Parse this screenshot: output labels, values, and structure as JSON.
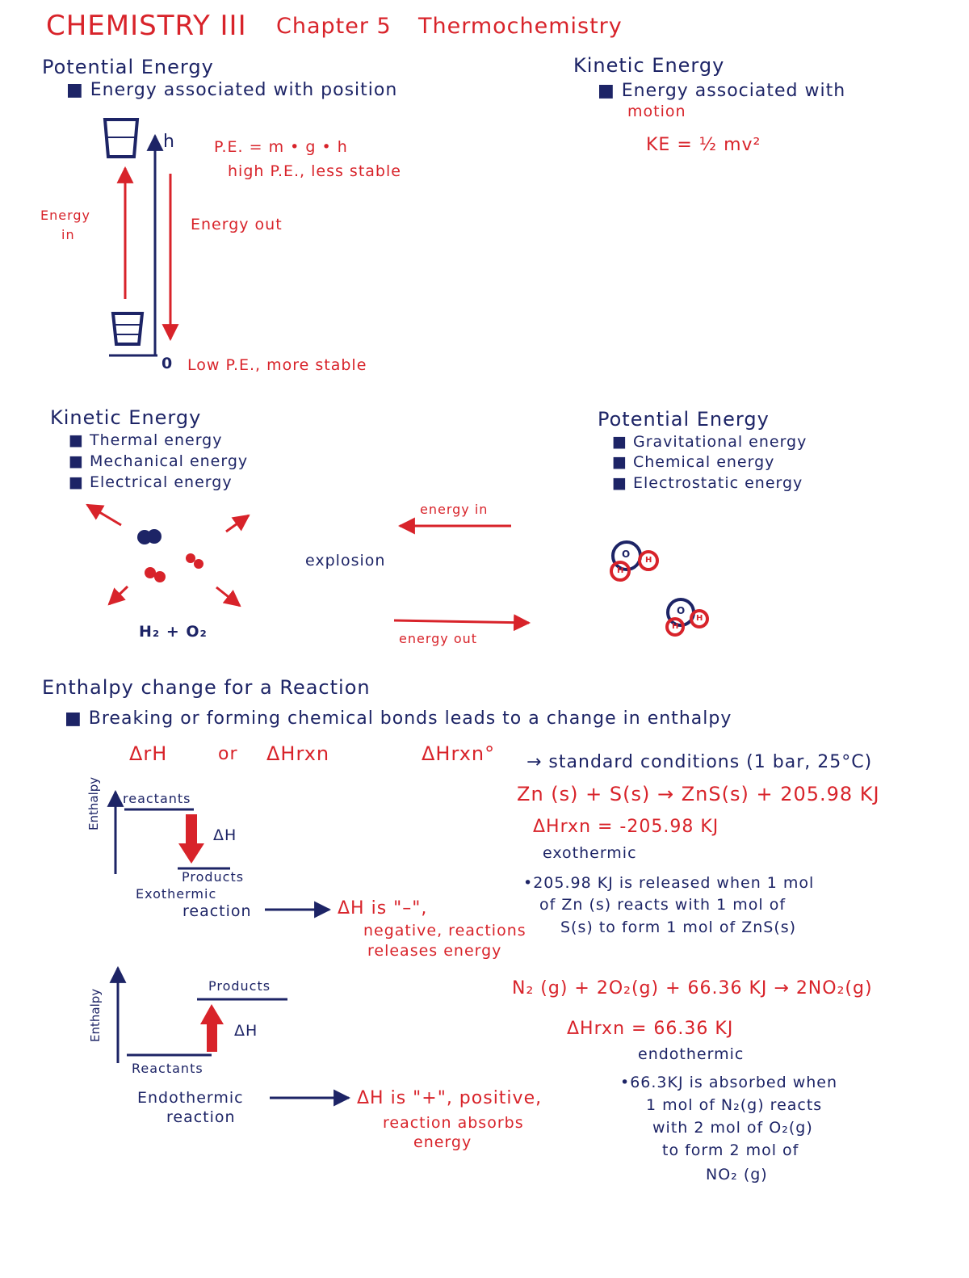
{
  "header": {
    "course": "CHEMISTRY III",
    "chapter": "Chapter 5",
    "topic": "Thermochemistry"
  },
  "potential_energy": {
    "title": "Potential Energy",
    "bullet": "Energy associated with position",
    "formula": "P.E. = m • g • h",
    "high_note": "high P.E., less stable",
    "energy_in": [
      "Energy",
      "in"
    ],
    "energy_out": "Energy out",
    "h_label": "h",
    "zero_label": "0",
    "low_note": "Low P.E., more stable"
  },
  "kinetic_energy": {
    "title": "Kinetic Energy",
    "bullet_line1": "Energy associated with",
    "bullet_line2": "motion",
    "formula": "KE = ½ mv²"
  },
  "energy_forms": {
    "kinetic": {
      "title": "Kinetic Energy",
      "items": [
        "Thermal energy",
        "Mechanical energy",
        "Electrical energy"
      ]
    },
    "potential": {
      "title": "Potential Energy",
      "items": [
        "Gravitational energy",
        "Chemical energy",
        "Electrostatic energy"
      ]
    },
    "reactants_label": "H₂ + O₂",
    "explosion_label": "explosion",
    "energy_in_label": "energy in",
    "energy_out_label": "energy out",
    "atom_letters": {
      "o": "O",
      "h": "H"
    }
  },
  "enthalpy": {
    "title": "Enthalpy change for a Reaction",
    "bullet": "Breaking or forming chemical bonds leads to a change in enthalpy",
    "symbol_r": "ΔrH",
    "or": "or",
    "symbol_rxn": "ΔHrxn",
    "standard_symbol": "ΔHrxn°",
    "standard_text": "→ standard conditions (1 bar, 25°C)",
    "axis_label": "Enthalpy",
    "dH": "ΔH",
    "exo": {
      "reactants": "reactants",
      "products": "Products",
      "type_line1": "Exothermic",
      "type_line2": "reaction",
      "sign_line1": "ΔH is \"–\",",
      "sign_line2": "negative, reactions",
      "sign_line3": "releases energy",
      "equation": "Zn (s) + S(s) → ZnS(s) + 205.98 KJ",
      "dH_value": "ΔHrxn = -205.98 KJ",
      "kind": "exothermic",
      "explain": [
        "•205.98 KJ is released when 1 mol",
        "of Zn (s) reacts with 1 mol of",
        "S(s) to form 1 mol of ZnS(s)"
      ]
    },
    "endo": {
      "reactants": "Reactants",
      "products": "Products",
      "type_line1": "Endothermic",
      "type_line2": "reaction",
      "sign_line1": "ΔH is \"+\", positive,",
      "sign_line2": "reaction absorbs",
      "sign_line3": "energy",
      "equation": "N₂ (g) + 2O₂(g) + 66.36 KJ → 2NO₂(g)",
      "dH_value": "ΔHrxn = 66.36 KJ",
      "kind": "endothermic",
      "explain": [
        "•66.3KJ is absorbed when",
        "1 mol of N₂(g) reacts",
        "with 2 mol of O₂(g)",
        "to form 2 mol of",
        "NO₂ (g)"
      ]
    }
  },
  "colors": {
    "red": "#d8232a",
    "navy": "#1d2466"
  }
}
